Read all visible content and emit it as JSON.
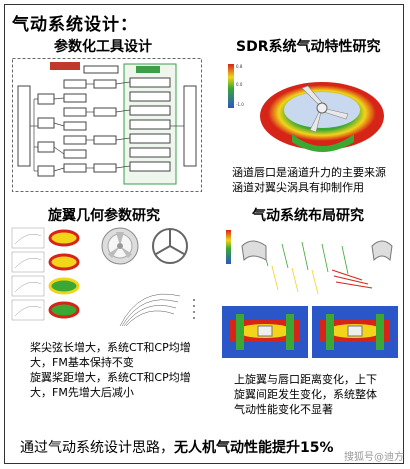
{
  "title": "气动系统设计：",
  "panels": {
    "param_tool": {
      "heading": "参数化工具设计"
    },
    "sdr": {
      "heading": "SDR系统气动特性研究",
      "caption_line1": "涵道唇口是涵道升力的主要来源",
      "caption_line2": "涵道对翼尖涡具有抑制作用"
    },
    "rotor_geometry": {
      "heading": "旋翼几何参数研究",
      "caption_line1": "桨尖弦长增大，系统CT和CP均增",
      "caption_line2": "大，FM基本保持不变",
      "caption_line3": "旋翼桨距增大，系统CT和CP均增",
      "caption_line4": "大，FM先增大后减小"
    },
    "layout": {
      "heading": "气动系统布局研究",
      "caption_line1": "上旋翼与唇口距离变化，上下",
      "caption_line2": "旋翼间距发生变化，系统整体",
      "caption_line3": "气动性能变化不显著"
    }
  },
  "footer": {
    "prefix": "通过气动系统设计思路，",
    "highlight": "无人机气动性能提升15%"
  },
  "watermark": "搜狐号@迪方",
  "colors": {
    "frame": "#333333",
    "flow_red": "#d62418",
    "flow_yellow": "#f2d41a",
    "flow_green": "#3aa832",
    "flow_blue": "#2b56c7",
    "green_box": "#3e9e4a"
  }
}
